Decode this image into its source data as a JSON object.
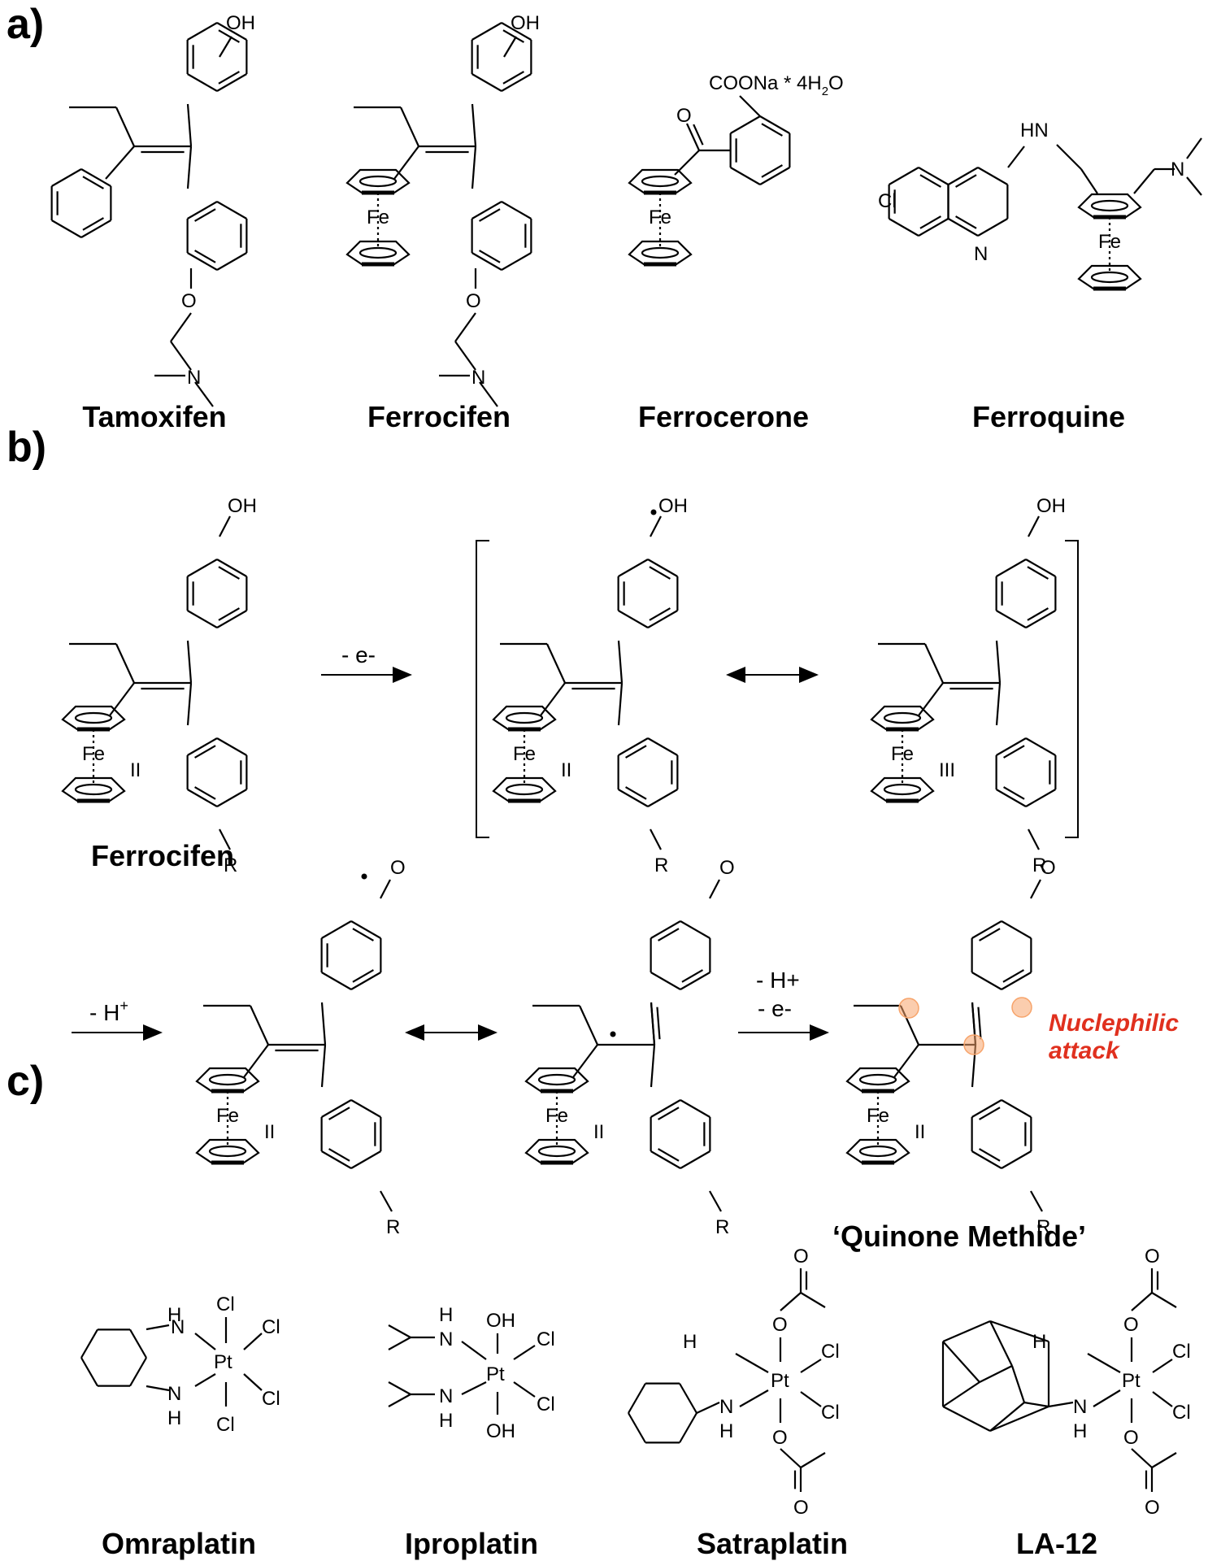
{
  "panels": {
    "a": "a)",
    "b": "b)",
    "c": "c)"
  },
  "compounds_a": [
    "Tamoxifen",
    "Ferrocifen",
    "Ferrocerone",
    "Ferroquine"
  ],
  "compounds_c": [
    "Omraplatin",
    "Iproplatin",
    "Satraplatin",
    "LA-12"
  ],
  "labels": {
    "oh": "OH",
    "o": "O",
    "n": "N",
    "hn": "HN",
    "cl": "Cl",
    "fe": "Fe",
    "pt": "Pt",
    "r": "R",
    "h2": "H",
    "h3n": "H",
    "cooNa": "COONa * 4H",
    "cooNa_tail": "O",
    "ox2": "II",
    "ox3": "III"
  },
  "panel_b": {
    "start_name": "Ferrocifen",
    "step1": "- e-",
    "step2": "- H",
    "step2_sup": "+",
    "step3a": "- H+",
    "step3b": "- e-",
    "product_name": "‘Quinone Methide’",
    "annotation_line1": "Nuclephilic",
    "annotation_line2": "attack"
  },
  "colors": {
    "annotation": "#e0301e",
    "highlight": "#f7a46b"
  }
}
